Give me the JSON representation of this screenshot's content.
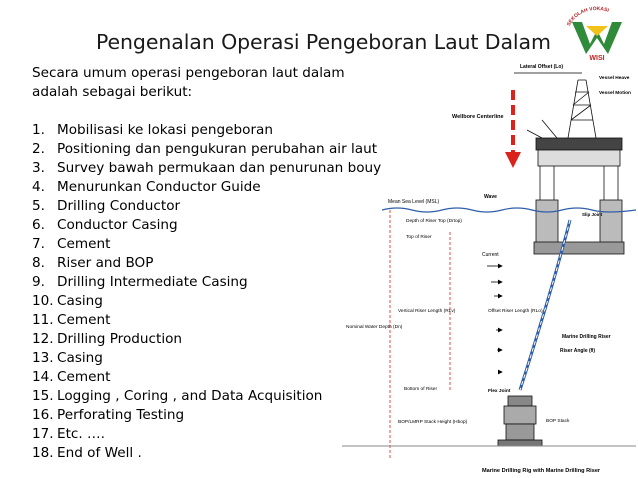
{
  "title": "Pengenalan Operasi Pengeboran Laut Dalam",
  "logo": {
    "arc_text": "SEKOLAH VOKASI",
    "letters": "WISI"
  },
  "intro": {
    "line1": "Secara umum operasi pengeboran laut dalam",
    "line2": "adalah sebagai berikut:"
  },
  "steps": [
    {
      "num": "1.",
      "text": "Mobilisasi ke lokasi pengeboran"
    },
    {
      "num": "2.",
      "text": "Positioning dan pengukuran perubahan air laut"
    },
    {
      "num": "3.",
      "text": "Survey bawah permukaan dan penurunan bouy"
    },
    {
      "num": "4.",
      "text": "Menurunkan Conductor Guide"
    },
    {
      "num": "5.",
      "text": "Drilling Conductor"
    },
    {
      "num": "6.",
      "text": "Conductor Casing"
    },
    {
      "num": "7.",
      "text": "Cement"
    },
    {
      "num": "8.",
      "text": "Riser and BOP"
    },
    {
      "num": "9.",
      "text": "Drilling Intermediate Casing"
    },
    {
      "num": "10.",
      "text": "Casing"
    },
    {
      "num": "11.",
      "text": "Cement"
    },
    {
      "num": "12.",
      "text": "Drilling Production"
    },
    {
      "num": "13.",
      "text": "Casing"
    },
    {
      "num": "14.",
      "text": "Cement"
    },
    {
      "num": "15.",
      "text": "Logging , Coring , and Data Acquisition"
    },
    {
      "num": "16.",
      "text": "Perforating  Testing"
    },
    {
      "num": "17.",
      "text": "Etc. …."
    },
    {
      "num": "18.",
      "text": "End of Well ."
    }
  ],
  "diagram": {
    "lateral_offset": "Lateral Offset (Lo)",
    "vessel_heave": "Vessel Heave",
    "vessel_motion": "Vessel Motion",
    "wellbore_centerline": "Wellbore Centerline",
    "wave": "Wave",
    "msl": "Mean Sea Level (MSL)",
    "depth_riser_top": "Depth of Riser Top (Drtop)",
    "top_of_riser": "Top of Riser",
    "slip_joint": "Slip Joint",
    "current": "Current",
    "vertical_riser_length": "Vertical Riser Length (RLv)",
    "offset_riser_length": "Offset Riser Length (RLo)",
    "nominal_water_depth": "Nominal Water Depth (Dn)",
    "marine_drilling_riser": "Marine Drilling Riser",
    "riser_angle": "Riser Angle (θ)",
    "bottom_of_riser": "Bottom of Riser",
    "flex_joint": "Flex Joint",
    "bop_stack": "BOP Stack",
    "bop_stack_height": "BOP/LMRP Stack Height (Hbop)",
    "caption": "Marine Drilling Rig with Marine Drilling Riser"
  },
  "colors": {
    "accent": "#d9231c",
    "sea": "#2f5ea8",
    "logo_green": "#2f8a3a"
  }
}
